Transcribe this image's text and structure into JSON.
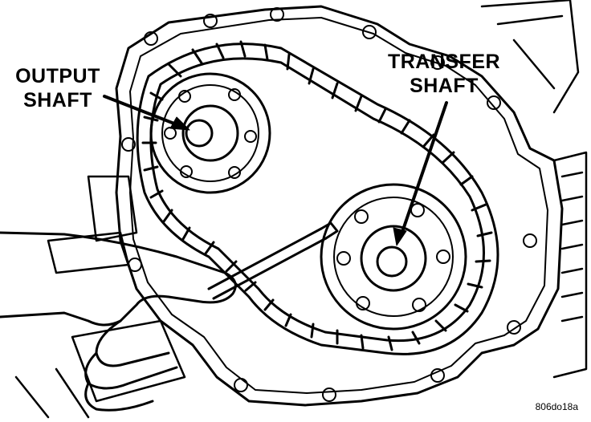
{
  "labels": {
    "output_shaft": [
      "OUTPUT",
      "SHAFT"
    ],
    "transfer_shaft": [
      "TRANSFER",
      "SHAFT"
    ]
  },
  "figure_code": "806do18a",
  "colors": {
    "ink": "#000000",
    "paper": "#ffffff"
  }
}
